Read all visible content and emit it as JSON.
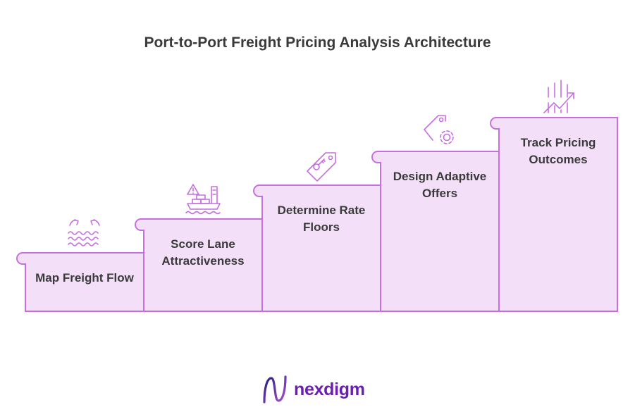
{
  "title": "Port-to-Port Freight Pricing Analysis Architecture",
  "steps": [
    {
      "label": "Map Freight Flow",
      "icon": "wave-arrows-icon"
    },
    {
      "label": "Score Lane Attractiveness",
      "icon": "cargo-ship-warning-icon"
    },
    {
      "label": "Determine Rate Floors",
      "icon": "price-tag-key-icon"
    },
    {
      "label": "Design Adaptive Offers",
      "icon": "tag-gear-icon"
    },
    {
      "label": "Track Pricing Outcomes",
      "icon": "trend-chart-icon"
    }
  ],
  "colors": {
    "fill": "#f3e0f8",
    "stroke": "#c66fe0",
    "text": "#3a3a3a",
    "brand": "#6b1fb1"
  },
  "brand": {
    "name": "nexdigm",
    "icon": "nexdigm-logo-icon"
  }
}
